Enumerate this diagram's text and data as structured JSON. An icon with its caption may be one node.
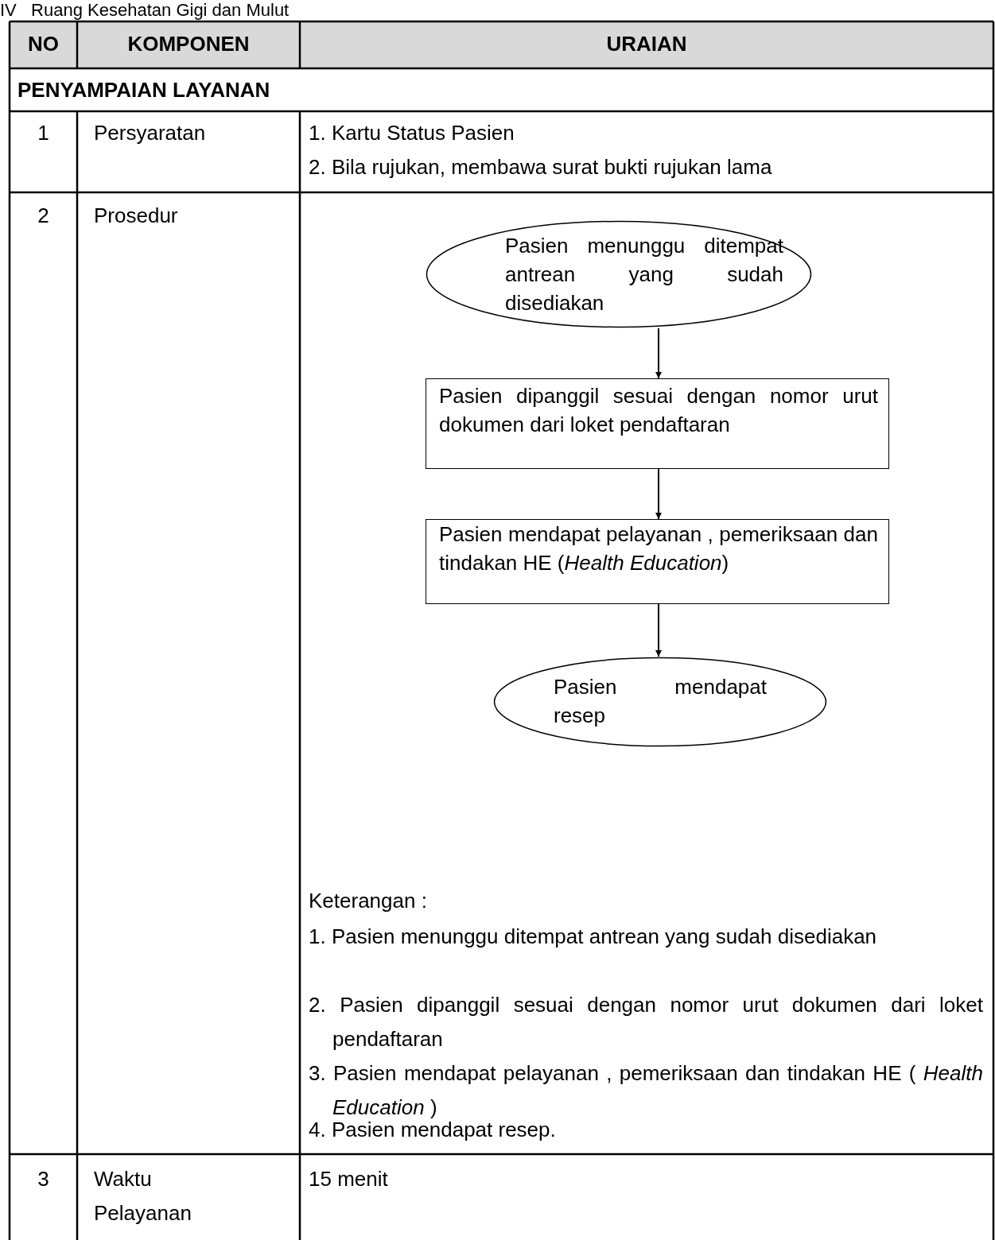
{
  "diagram": {
    "title": "IV   Ruang Kesehatan Gigi dan Mulut",
    "nodes": [
      {
        "text": [
          "Pasien menunggu ditempat antrean yang sudah disediakan"
        ]
      },
      {
        "text": [
          "Pasien dipanggil sesuai dengan nomor urut dokumen dari loket pendaftaran"
        ]
      },
      {
        "text": [
          "Pasien mendapat pelayanan , pemeriksaan dan tindakan HE (*Health Education*)"
        ]
      },
      {
        "text": [
          "Pasien mendapat resep"
        ]
      }
    ],
    "edges": [
      {
        "from": 0,
        "to": 1,
        "arrow": "to"
      },
      {
        "from": 1,
        "to": 2,
        "arrow": "to"
      },
      {
        "from": 2,
        "to": 3,
        "arrow": "to"
      }
    ],
    "labels": [
      "NO",
      "KOMPONEN",
      "URAIAN",
      "PENYAMPAIAN LAYANAN",
      "1",
      "Persyaratan",
      "1. Kartu Status Pasien",
      "2. Bila rujukan, membawa surat bukti rujukan lama",
      "2",
      "Prosedur",
      "Keterangan :",
      "1. Pasien menunggu ditempat antrean yang sudah disediakan",
      "2. Pasien dipanggil sesuai dengan nomor urut dokumen dari loket pendaftaran",
      "3. Pasien mendapat pelayanan , pemeriksaan dan tindakan HE ( *Health Education* )",
      "4. Pasien mendapat resep.",
      "3",
      "Waktu Pelayanan",
      "15 menit"
    ]
  }
}
